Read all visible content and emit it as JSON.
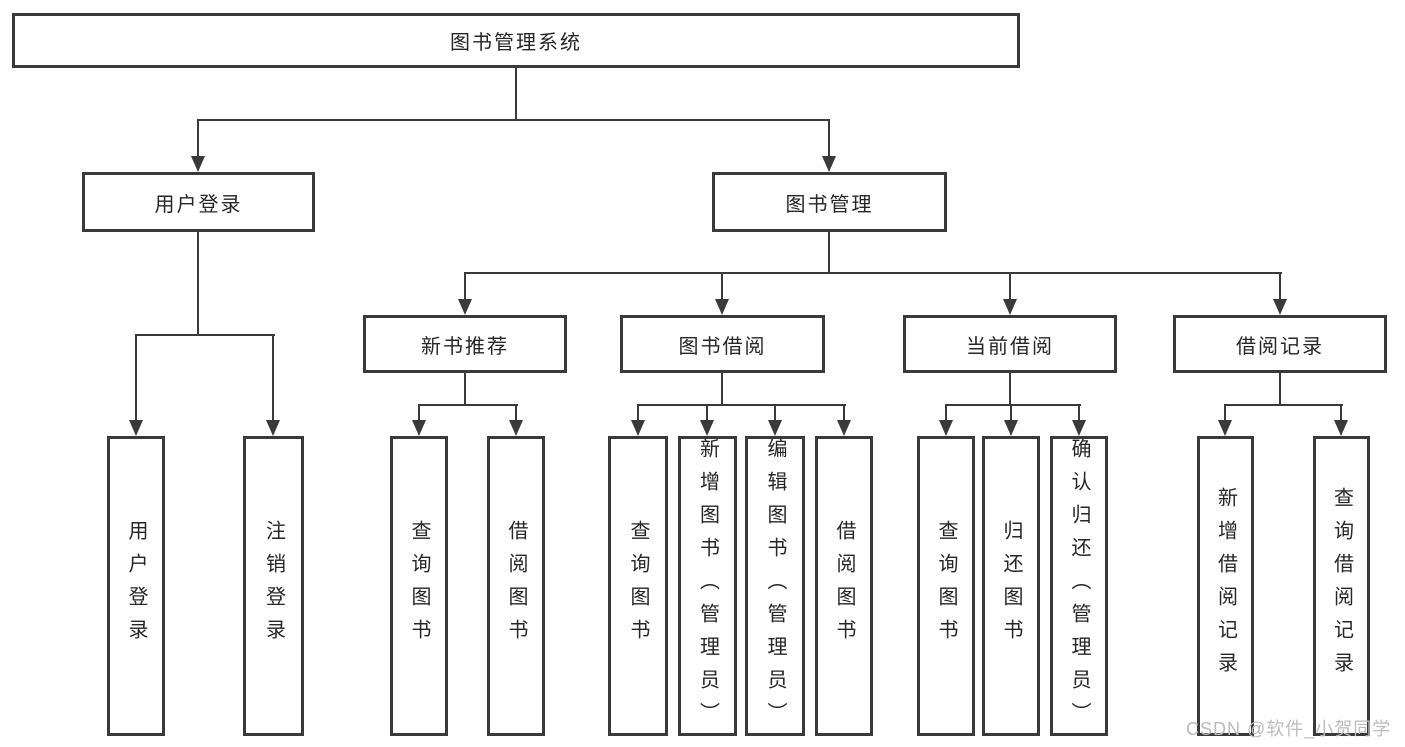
{
  "tree": {
    "root": "图书管理系统",
    "branches": [
      {
        "label": "用户登录",
        "children": [
          "用户登录",
          "注销登录"
        ]
      },
      {
        "label": "图书管理",
        "groups": [
          {
            "label": "新书推荐",
            "children": [
              "查询图书",
              "借阅图书"
            ]
          },
          {
            "label": "图书借阅",
            "children": [
              "查询图书",
              "新增图书（管理员）",
              "编辑图书（管理员）",
              "借阅图书"
            ]
          },
          {
            "label": "当前借阅",
            "children": [
              "查询图书",
              "归还图书",
              "确认归还（管理员）"
            ]
          },
          {
            "label": "借阅记录",
            "children": [
              "新增借阅记录",
              "查询借阅记录"
            ]
          }
        ]
      }
    ]
  },
  "watermark": "CSDN @软件_小贺同学",
  "colors": {
    "line": "#3a3a3a",
    "text": "#262626",
    "background": "#ffffff",
    "watermark": "#bcbcbc"
  }
}
